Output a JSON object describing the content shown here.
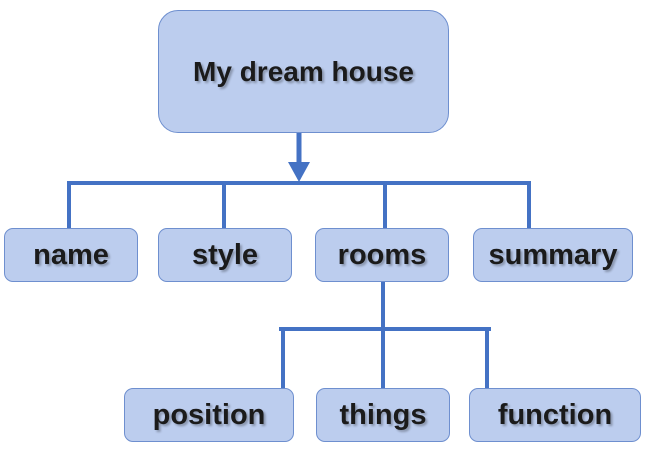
{
  "root": {
    "label": "My dream house"
  },
  "level1": [
    {
      "label": "name"
    },
    {
      "label": "style"
    },
    {
      "label": "rooms"
    },
    {
      "label": "summary"
    }
  ],
  "level2": [
    {
      "label": "position"
    },
    {
      "label": "things"
    },
    {
      "label": "function"
    }
  ],
  "colors": {
    "box_fill": "#bccdee",
    "box_border": "#6e8fcf",
    "connector": "#4472c4",
    "text": "#1b1b1b"
  }
}
